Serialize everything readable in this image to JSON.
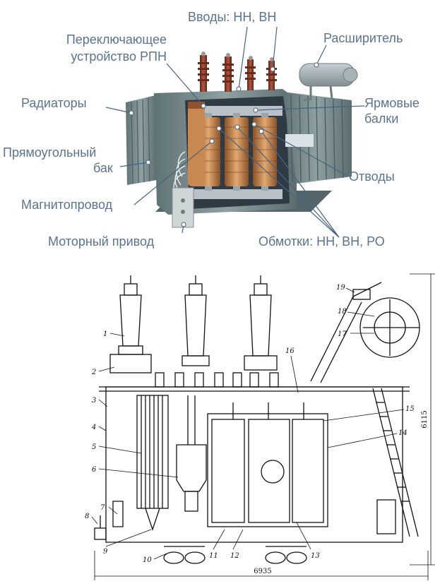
{
  "top_labels": {
    "vvody": "Вводы: НН, ВН",
    "pereklyuch_1": "Переключающее",
    "pereklyuch_2": "устройство РПН",
    "rasshiritel": "Расширитель",
    "radiatory": "Радиаторы",
    "yarmovye_1": "Ярмовые",
    "yarmovye_2": "балки",
    "bak_1": "Прямоугольный",
    "bak_2": "бак",
    "otvody": "Отводы",
    "magnitoprovod": "Магнитопровод",
    "motorny": "Моторный привод",
    "obmotki": "Обмотки: НН, ВН, РО"
  },
  "drawing": {
    "numbers": [
      "1",
      "2",
      "3",
      "4",
      "5",
      "6",
      "7",
      "8",
      "9",
      "10",
      "11",
      "12",
      "13",
      "14",
      "15",
      "16",
      "17",
      "18",
      "19"
    ],
    "dim_width": "6935",
    "dim_height": "6115"
  },
  "colors": {
    "label": "#5a7490",
    "leader": "#4a6480",
    "tank": "#7d8f92",
    "bushing": "#8b3a2a",
    "winding": "#c8874a",
    "core": "#9aa6ae"
  }
}
